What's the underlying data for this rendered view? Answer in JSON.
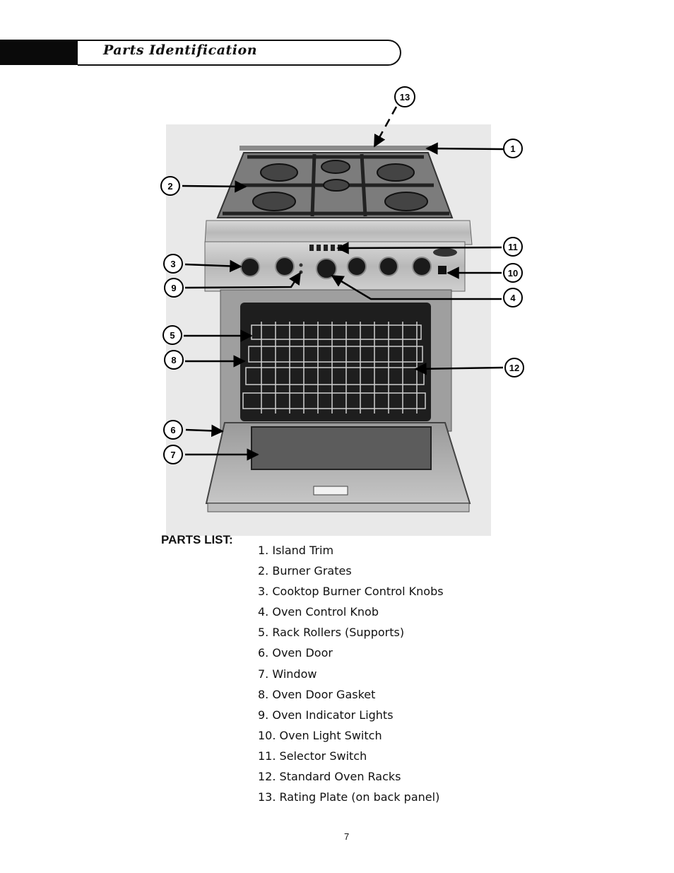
{
  "header": {
    "title": "Parts Identification"
  },
  "callouts": [
    "1",
    "2",
    "3",
    "4",
    "5",
    "6",
    "7",
    "8",
    "9",
    "10",
    "11",
    "12",
    "13"
  ],
  "parts": {
    "heading": "PARTS LIST:",
    "items": [
      "1. Island Trim",
      "2. Burner Grates",
      "3. Cooktop Burner Control Knobs",
      "4. Oven Control Knob",
      "5. Rack Rollers (Supports)",
      "6. Oven Door",
      "7. Window",
      "8. Oven Door Gasket",
      "9. Oven Indicator Lights",
      "10. Oven Light Switch",
      "11. Selector Switch",
      "12. Standard Oven Racks",
      "13. Rating Plate (on back panel)"
    ]
  },
  "footer": {
    "page_number": "7"
  }
}
